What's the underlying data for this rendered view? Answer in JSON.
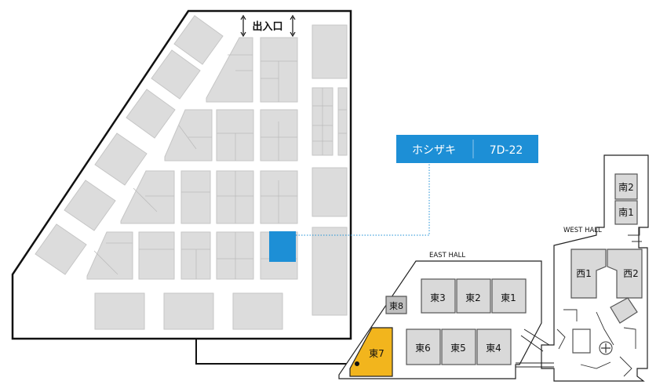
{
  "entrance_label": "出入口",
  "booth_banner": {
    "company": "ホシザキ",
    "booth": "7D-22",
    "color": "#1d8fd6"
  },
  "colors": {
    "block_fill": "#dcdcdc",
    "block_stroke": "#c4c4c4",
    "outline": "#111111",
    "highlight_hall": "#f2b51d",
    "booth_highlight": "#1d8fd6"
  },
  "areas": {
    "east_hall_label": "EAST HALL",
    "west_hall_label": "WEST HALL"
  },
  "halls": {
    "east": [
      "東1",
      "東2",
      "東3",
      "東4",
      "東5",
      "東6",
      "東7",
      "東8"
    ],
    "west": [
      "西1",
      "西2"
    ],
    "south": [
      "南1",
      "南2"
    ]
  },
  "highlighted_hall": "東7"
}
